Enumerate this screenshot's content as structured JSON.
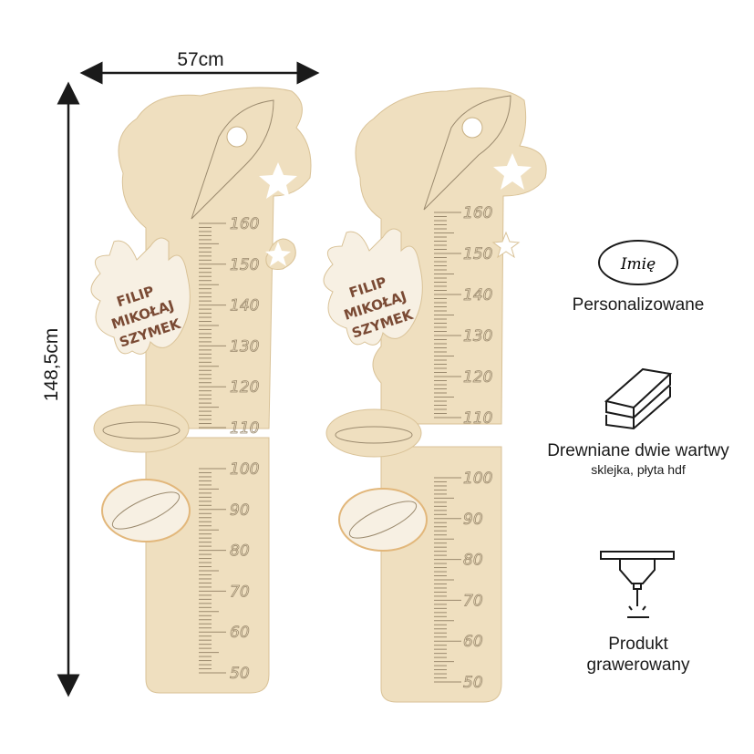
{
  "dimensions": {
    "width_label": "57cm",
    "height_label": "148,5cm"
  },
  "ruler_left": {
    "labels_top": [
      "160",
      "150",
      "140",
      "130",
      "120",
      "110"
    ],
    "labels_bottom": [
      "100",
      "90",
      "80",
      "70",
      "60",
      "50"
    ]
  },
  "ruler_right": {
    "labels_top": [
      "160",
      "150",
      "140",
      "130",
      "120",
      "110"
    ],
    "labels_bottom": [
      "100",
      "90",
      "80",
      "70",
      "60",
      "50"
    ]
  },
  "personalized_names": [
    "FILIP",
    "MIKOŁAJ",
    "SZYMEK"
  ],
  "features": [
    {
      "icon": "name-oval-icon",
      "icon_text": "Imię",
      "title": "Personalizowane"
    },
    {
      "icon": "wood-planks-icon",
      "title": "Drewniane dwie wartwy",
      "subtitle": "sklejka, płyta hdf"
    },
    {
      "icon": "laser-engraver-icon",
      "title": "Produkt grawerowany"
    }
  ],
  "colors": {
    "wood": "#efdfbf",
    "wood_edge": "#d9c297",
    "engrave": "#9b8a6e",
    "ink": "#1a1a1a"
  }
}
